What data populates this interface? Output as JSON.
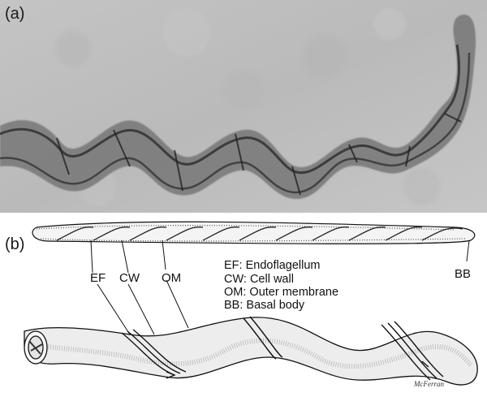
{
  "panel_a": {
    "label": "(a)"
  },
  "panel_b": {
    "label": "(b)",
    "callouts": {
      "ef": "EF",
      "cw": "CW",
      "om": "OM",
      "bb": "BB"
    },
    "legend": [
      "EF: Endoflagellum",
      "CW: Cell wall",
      "OM: Outer membrane",
      "BB: Basal body"
    ],
    "signature": "McFerran"
  },
  "colors": {
    "micro_bg": "#bdbdbd",
    "cell_dark": "#3a3a3a",
    "ink": "#111111"
  }
}
